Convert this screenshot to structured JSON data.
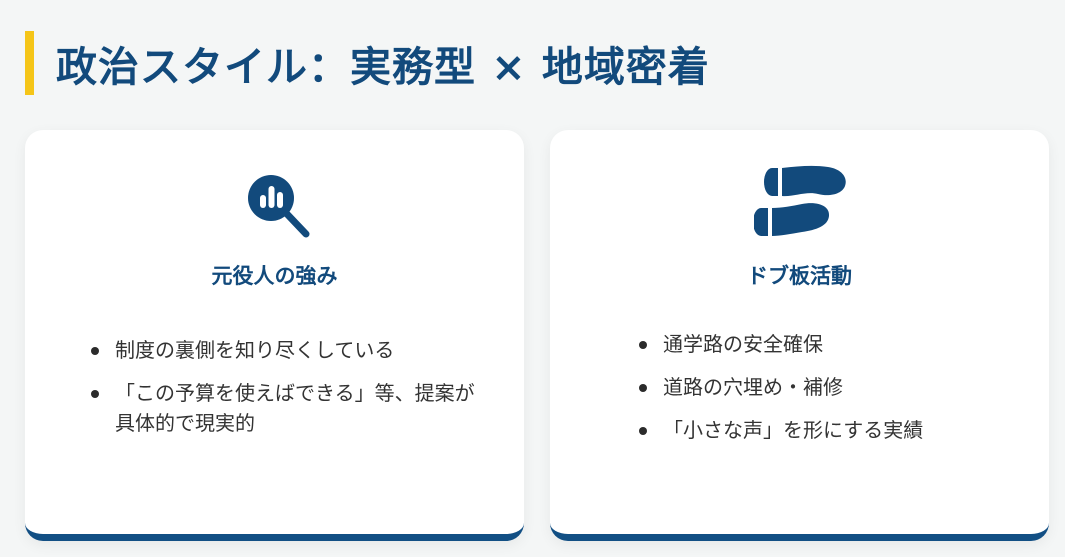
{
  "header": {
    "title": "政治スタイル：実務型 × 地域密着",
    "accent_color": "#f5c518",
    "title_color": "#124a7c"
  },
  "cards": [
    {
      "icon": "magnifier-chart-icon",
      "title": "元役人の強み",
      "points": [
        "制度の裏側を知り尽くしている",
        "「この予算を使えばできる」等、提案が具体的で現実的"
      ]
    },
    {
      "icon": "footprints-icon",
      "title": "ドブ板活動",
      "points": [
        "通学路の安全確保",
        "道路の穴埋め・補修",
        "「小さな声」を形にする実績"
      ]
    }
  ],
  "colors": {
    "background": "#f4f6f6",
    "card": "#ffffff",
    "card_border": "#124f84",
    "text": "#333333"
  }
}
